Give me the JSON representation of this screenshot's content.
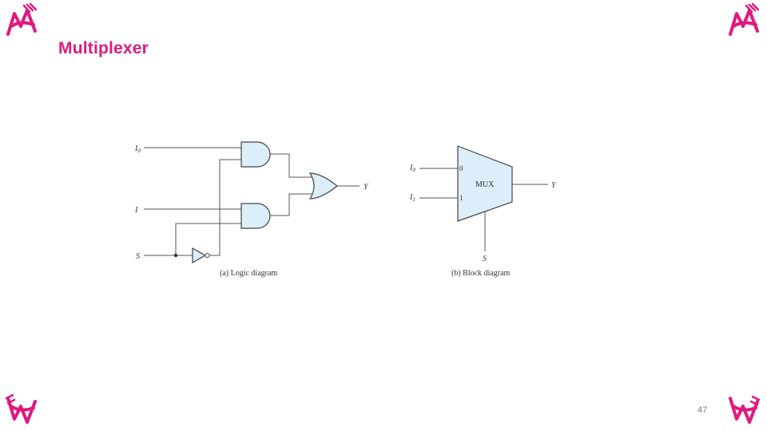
{
  "slide": {
    "title": "Multiplexer",
    "page_number": "47"
  },
  "logic_diagram": {
    "input_i0_letter": "I",
    "input_i0_subscript": "0",
    "input_i1_letter": "I",
    "input_s": "S",
    "output_y": "Y",
    "caption": "(a) Logic diagram"
  },
  "block_diagram": {
    "input_i0_letter": "I",
    "input_i0_subscript": "0",
    "input_i1_letter": "I",
    "input_i1_subscript": "1",
    "port_0": "0",
    "port_1": "1",
    "block_label": "MUX",
    "output_y": "Y",
    "select_s": "S",
    "caption": "(b) Block diagram"
  },
  "colors": {
    "accent": "#e0197d",
    "gate_fill": "#dbeefa",
    "wire": "#555555"
  },
  "icons": {
    "corner_logo": "university-crest-icon"
  }
}
